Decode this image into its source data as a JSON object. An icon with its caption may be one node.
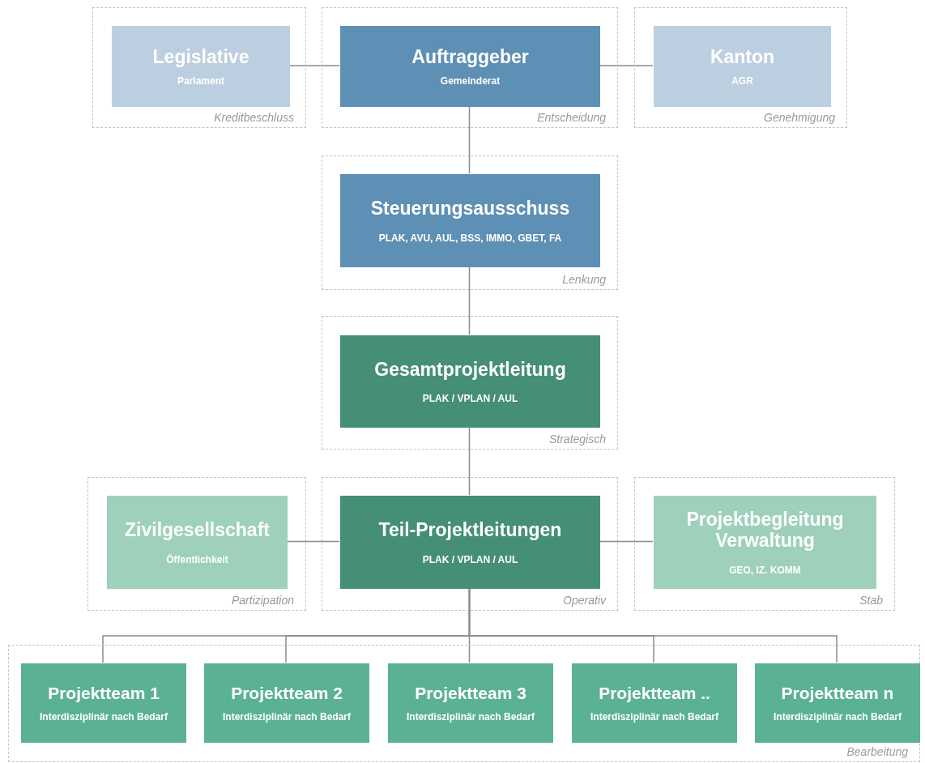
{
  "diagram": {
    "nodes": [
      {
        "text": [
          "Kreditbeschluss"
        ]
      },
      {
        "text": [
          "Legislative",
          "Parlament"
        ],
        "in": 0
      },
      {
        "text": [
          "Entscheidung"
        ]
      },
      {
        "text": [
          "Auftraggeber",
          "Gemeinderat"
        ],
        "in": 2
      },
      {
        "text": [
          "Genehmigung"
        ]
      },
      {
        "text": [
          "Kanton",
          "AGR"
        ],
        "in": 4
      },
      {
        "text": [
          "Lenkung"
        ]
      },
      {
        "text": [
          "Steuerungsausschuss",
          "PLAK, AVU, AUL, BSS, IMMO, GBET, FA"
        ],
        "in": 6
      },
      {
        "text": [
          "Strategisch"
        ]
      },
      {
        "text": [
          "Gesamtprojektleitung",
          "PLAK / VPLAN / AUL"
        ],
        "in": 8
      },
      {
        "text": [
          "Partizipation"
        ]
      },
      {
        "text": [
          "Zivilgesellschaft",
          "Öffentlichkeit"
        ],
        "in": 10
      },
      {
        "text": [
          "Operativ"
        ]
      },
      {
        "text": [
          "Teil-Projektleitungen",
          "PLAK / VPLAN / AUL"
        ],
        "in": 12
      },
      {
        "text": [
          "Stab"
        ]
      },
      {
        "text": [
          "Projektbegleitung Verwaltung",
          "GEO, IZ. KOMM"
        ],
        "in": 14
      },
      {
        "text": [
          "Bearbeitung"
        ]
      },
      {
        "text": [
          "Projektteam 1",
          "Interdisziplinär nach Bedarf"
        ],
        "in": 16
      },
      {
        "text": [
          "Projektteam 2",
          "Interdisziplinär nach Bedarf"
        ],
        "in": 16
      },
      {
        "text": [
          "Projektteam 3",
          "Interdisziplinär nach Bedarf"
        ],
        "in": 16
      },
      {
        "text": [
          "Projektteam ..",
          "Interdisziplinär nach Bedarf"
        ],
        "in": 16
      },
      {
        "text": [
          "Projektteam n",
          "Interdisziplinär nach Bedarf"
        ],
        "in": 16
      }
    ],
    "edges": [
      {
        "from": 1,
        "to": 3,
        "arrow": "none"
      },
      {
        "from": 3,
        "to": 5,
        "arrow": "none"
      },
      {
        "from": 3,
        "to": 7,
        "arrow": "none"
      },
      {
        "from": 7,
        "to": 9,
        "arrow": "none"
      },
      {
        "from": 9,
        "to": 13,
        "arrow": "none"
      },
      {
        "from": 11,
        "to": 13,
        "arrow": "none"
      },
      {
        "from": 13,
        "to": 15,
        "arrow": "none"
      },
      {
        "from": 13,
        "to": 17,
        "arrow": "none"
      },
      {
        "from": 13,
        "to": 18,
        "arrow": "none"
      },
      {
        "from": 13,
        "to": 19,
        "arrow": "none"
      },
      {
        "from": 13,
        "to": 20,
        "arrow": "none"
      },
      {
        "from": 13,
        "to": 21,
        "arrow": "none"
      }
    ]
  }
}
